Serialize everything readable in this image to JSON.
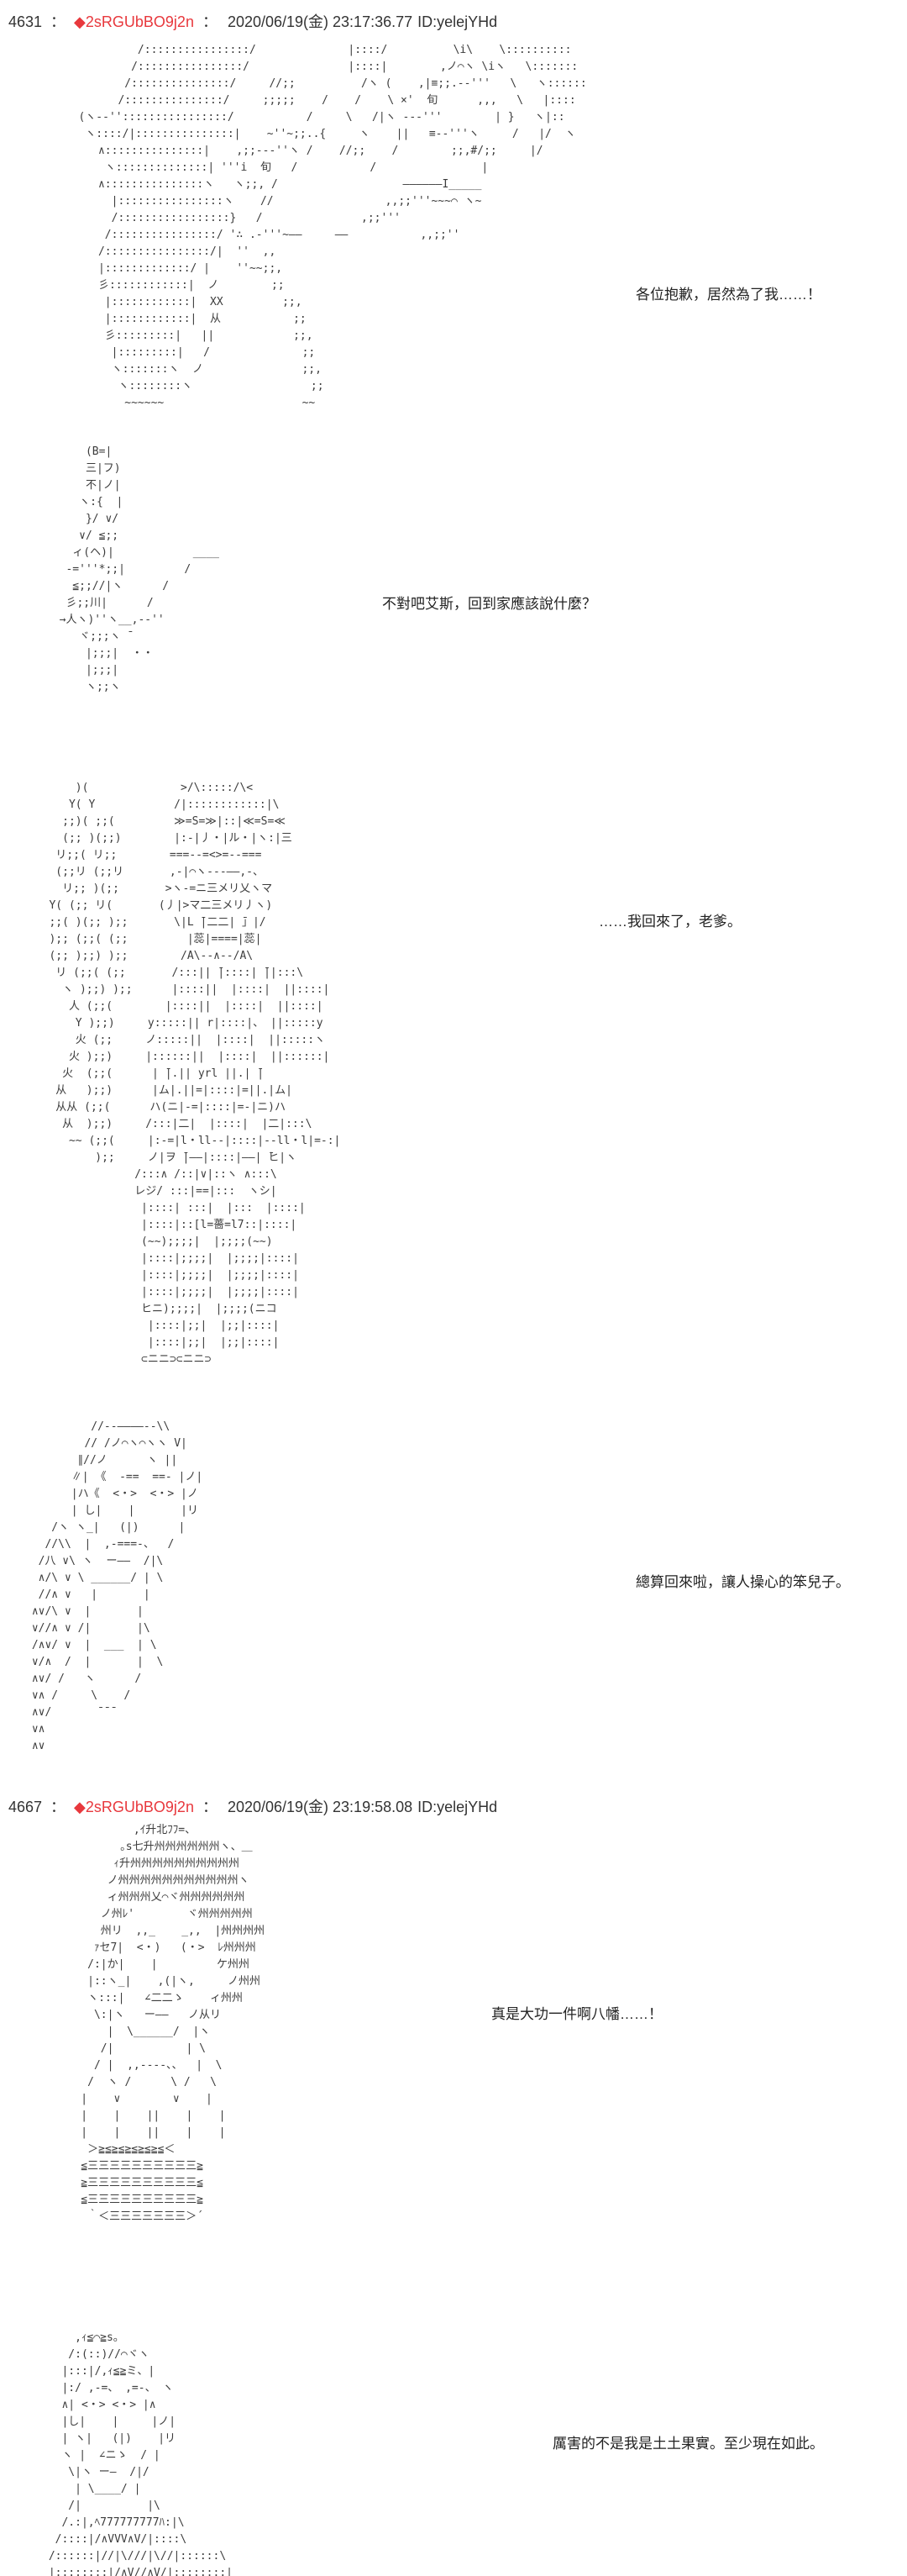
{
  "colors": {
    "background": "#ffffff",
    "tripcode_red": "#e8383d",
    "header_text": "#333333",
    "aa_text": "#3c3c3c"
  },
  "posts": [
    {
      "number": "4631",
      "separator": "：",
      "tripcode": "◆2sRGUbBO9j2n",
      "datetime": "2020/06/19(金) 23:17:36.77",
      "user_id": "ID:yelejYHd",
      "dialogues": [
        "各位抱歉，居然為了我……！",
        "不對吧艾斯，回到家應該說什麼？",
        "……我回來了，老爹。",
        "總算回來啦，讓人操心的笨兒子。"
      ],
      "art_blocks": [
        "            /::::::::::::::::/              |::::/          \\i\\    \\::::::::::\n           /::::::::::::::::/               |::::|        ,ノ⌒ヽ \\iヽ   \\:::::::\n          /:::::::::::::::/     //;;          /ヽ (    ,|≡;;.--'''   \\   ヽ::::::\n         /:::::::::::::::/     ;;;;;    /    /    \\ ×'  旬      ,,,   \\   |::::\n   (ヽ--''::::::::::::::::/           /     \\   /|ヽ ---'''        | }   ヽ|::\n    ヽ::::/|:::::::::::::::|    ~''~;;..{     ヽ    ||   ≡--'''ヽ     /   |/  ヽ\n      ∧:::::::::::::::|    ,;;---''ヽ /    //;;    /        ;;,#/;;     |/\n       ヽ::::::::::::::| '''i  旬   /           /                |\n      ∧:::::::::::::::ヽ   ヽ;;, /                   ――――――I_____\n        |::::::::::::::::ヽ    //                 ,,;;'''~~~⌒ ヽ~\n        /:::::::::::::::::}   /               ,;;'''\n       /::::::::::::::::/ '∴ .-'''~――     ――           ,,;;''\n      /::::::::::::::::/|  ''  ,,\n      |:::::::::::::/ |    ''~~;;,\n      彡::::::::::::|  ノ        ;;\n       |::::::::::::|  XX         ;;,\n       |::::::::::::|  从           ;;\n       彡:::::::::|   ||            ;;,\n        |:::::::::|   /              ;;\n        ヽ:::::::ヽ  ノ               ;;,\n         ヽ::::::::ヽ                  ;;\n          ~~~~~~                     ~~",
        "      (B=|\n      三|フ)\n      不|ノ|\n     ヽ:{  |\n      }/ ∨/\n     ∨/ ≦;;\n    ィ(ヘ)|            ____\n   -='''*;;|         /\n    ≦;;//|ヽ      /\n   彡;;川|      /\n  →人ヽ)''ヽ__,--''\n     ヾ;;;ヽ ̄\n      |;;;|  ・・\n      |;;;|\n      ヽ;;ヽ",
        "       )(              >/\\:::::/\\<\n      Y( Y            /|::::::::::::|\\\n     ;;)( ;;(         ≫=S=≫|::|≪=S=≪\n     (;; )(;;)        |:-|丿・|ル・|ヽ:|三\n    リ;;( リ;;        ===--=<>=--===\n    (;;リ (;;リ       ,-|⌒ヽ--‐――,-、\n     リ;; )(;;       >ヽ-=ニ三メリ乂ヽマ\n   Y( (;; リ(       (丿|>マ二三メリ丿ヽ)\n   ;;( )(;; );;       \\|L ̄|二二| ̄」|/\n   );; (;;( (;;         |蕊|====|蕊|\n   (;; );;) );;        /A\\--∧--/A\\\n    リ (;;( (;;       /:::|| ̄|::::| ̄||:::\\\n     ヽ );;) );;      |::::||  |::::|  ||::::|\n      人 (;;(        |::::||  |::::|  ||::::|\n       Y );;)     y:::::|| r|::::|、 ||:::::y\n       火 (;;     ノ:::::||  |::::|  ||:::::ヽ\n      火 );;)     |::::::||  |::::|  ||::::::|\n     火  (;;(      | ̄|.|| yrl ||.| ̄|\n    从   );;)      |ム|.||=|::::|=||.|ム|\n    从从 (;;(      ハ(ニ|-=|::::|=-|ニ)ハ\n     从  );;)     /:::|二|  |::::|  |二|:::\\\n      ~~ (;;(     |:-=|l・ll--|::::|--ll・l|=-:|\n          );;     ノ|ヲ ̄|――|::::|――| ̄ヒ|ヽ\n                /:::∧ /::|∨|::ヽ ∧:::\\\n                レジ/ :::|==|:::  ヽシ|\n                 |::::| :::|  |:::  |::::|\n                 |::::|::[l=薔=l7::|::::|\n                 (~~);;;;|  |;;;;(~~)\n                 |::::|;;;;|  |;;;;|::::|\n                 |::::|;;;;|  |;;;;|::::|\n                 |::::|;;;;|  |;;;;|::::|\n                 ヒニ);;;;|  |;;;;(ニコ\n                  |::::|;;|  |;;|::::|\n                  |::::|;;|  |;;|::::|\n                 ⊂ニニ⊃⊂ニニ⊃\n",
        "          //--――――--\\\\\n         // /ノ⌒ヽ⌒ヽヽ V|\n        ∥//ノ      ヽ ||\n       ∥| 《  -==  ==- |ノ|\n       |ハ《  <・>  <・> |ノ\n       | し|    |       |リ\n    /ヽ ヽ_|   (|)      |\n   //\\\\  |  ,-===-、  /\n  /八 ∨\\ ヽ  ー――  /|\\\n  ∧/\\ ∨ \\ ______/ | \\\n  //∧ ∨   |       |\n ∧∨/\\ ∨  |       |\n ∨//∧ ∨ /|       |\\\n /∧∨/ ∨  |  ___  | \\\n ∨/∧  /  |       |  \\\n ∧∨/ /   ヽ      /\n ∨∧ /     \\    /\n ∧∨/       ̄ ̄ ̄\n ∨∧\n ∧∨\n"
      ]
    },
    {
      "number": "4667",
      "separator": "：",
      "tripcode": "◆2sRGUbBO9j2n",
      "datetime": "2020/06/19(金) 23:19:58.08",
      "user_id": "ID:yelejYHd",
      "dialogues": [
        "真是大功一件啊八幡……！",
        "厲害的不是我是土土果實。至少現在如此。"
      ],
      "art_blocks": [
        "            ,ｲ升北ﾌﾌ=、\n          ｡s七升州州州州州州ヽ、＿\n         ｨ升州州州州州州州州州州\n        ノ州州州州州州州州州州州ヽ\n        ィ州州州乂⌒ヾ州州州州州州\n       ノ州ﾚ'        ヾ州州州州州\n       州リ  ,,_    _,,  |州州州州\n      ｧセ7|  <・)   (・>  ﾚ州州州\n     /:|か|    |         ケ州州\n     |::ヽ_|    ,(|ヽ,     ノ州州\n     ヽ:::|   ∠二二ゝ    ィ州州\n      \\:|ヽ   ー――   ノ从リ\n        |  \\______/  |ヽ\n       /|           | \\\n      / |  ,,----、、  |  \\\n     /  ヽ /      \\ /   \\\n    |    ∨        ∨    |\n    |    |    ||    |    |\n    |    |    ||    |    |\n     ＞≧≦≧≦≧≦≧≦≧≦＜\n    ≦三三三三三三三三三三≧\n    ≧三三三三三三三三三三≦\n    ≦三三三三三三三三三三≧\n     ｀＜三三三三三三三＞´\n",
        "     ,ｨ≦⌒≧s。\n    /:(::)//⌒ヾヽ\n   |:::|/,ｨ≦≧ミ、|\n   |:/ ,-=、 ,=-、 ヽ\n   ∧| <・> <・> |∧\n   |し|    |     |ノ|\n   | ヽ|   (|)    |リ\n   ヽ |  ∠ニゝ  / |\n    \\|ヽ ー―  /|/\n     | \\____/ |\n    /|          |\\\n   /.:|,ﾍ777777777ﾊ:|\\\n  /::::|/∧VVV∧V/|::::\\\n /::::::|//|\\///|\\//|::::::\\\n |::::::::|/∧V//∧V/|::::::::|"
      ]
    }
  ]
}
